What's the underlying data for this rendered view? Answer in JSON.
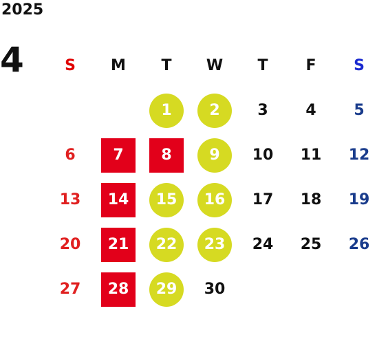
{
  "year": "2025",
  "month": "4",
  "weekdays": [
    "S",
    "M",
    "T",
    "W",
    "T",
    "F",
    "S"
  ],
  "colors": {
    "red_square": "#e2001a",
    "yellow_circle": "#d6da22",
    "sunday": "#e02020",
    "saturday": "#1a3c8c"
  },
  "days": [
    {
      "d": "",
      "m": ""
    },
    {
      "d": "",
      "m": ""
    },
    {
      "d": "1",
      "m": "circle"
    },
    {
      "d": "2",
      "m": "circle"
    },
    {
      "d": "3",
      "m": ""
    },
    {
      "d": "4",
      "m": ""
    },
    {
      "d": "5",
      "m": ""
    },
    {
      "d": "6",
      "m": ""
    },
    {
      "d": "7",
      "m": "square"
    },
    {
      "d": "8",
      "m": "square"
    },
    {
      "d": "9",
      "m": "circle"
    },
    {
      "d": "10",
      "m": ""
    },
    {
      "d": "11",
      "m": ""
    },
    {
      "d": "12",
      "m": ""
    },
    {
      "d": "13",
      "m": ""
    },
    {
      "d": "14",
      "m": "square"
    },
    {
      "d": "15",
      "m": "circle"
    },
    {
      "d": "16",
      "m": "circle"
    },
    {
      "d": "17",
      "m": ""
    },
    {
      "d": "18",
      "m": ""
    },
    {
      "d": "19",
      "m": ""
    },
    {
      "d": "20",
      "m": ""
    },
    {
      "d": "21",
      "m": "square"
    },
    {
      "d": "22",
      "m": "circle"
    },
    {
      "d": "23",
      "m": "circle"
    },
    {
      "d": "24",
      "m": ""
    },
    {
      "d": "25",
      "m": ""
    },
    {
      "d": "26",
      "m": ""
    },
    {
      "d": "27",
      "m": ""
    },
    {
      "d": "28",
      "m": "square"
    },
    {
      "d": "29",
      "m": "circle"
    },
    {
      "d": "30",
      "m": ""
    },
    {
      "d": "",
      "m": ""
    },
    {
      "d": "",
      "m": ""
    },
    {
      "d": "",
      "m": ""
    }
  ]
}
